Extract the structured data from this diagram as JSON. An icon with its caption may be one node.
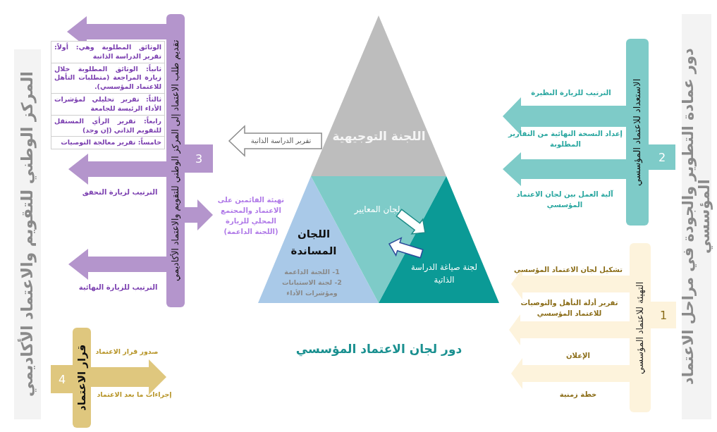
{
  "diagram": {
    "title": "دور لجان الاعتماد المؤسسي",
    "nodes": [
      {
        "text": [
          "المركز الوطني للتقويم والاعتماد الأكاديمي"
        ]
      },
      {
        "text": [
          "تقديم طلب الاعتماد إلى المركز الوطني للتقويم والاعتماد الأكاديمي"
        ]
      },
      {
        "text": [
          "3"
        ]
      },
      {
        "text": [
          "الوثائق المطلوبة وهي: أولاً: تقرير الدراسة الذاتية",
          "ثانياً: الوثائق المطلوبة خلال زيارة المراجعة (متطلبات التأهل للاعتماد المؤسسي).",
          "ثالثاً: تقرير تحليلي لمؤشرات الأداء الرئيسة للجامعة",
          "رابعاً: تقرير الرأي المستقل للتقويم الذاتي (إن وجد)",
          "خامساً: تقرير معالجة التوصيات"
        ]
      },
      {
        "text": [
          "قرار الاعتماد"
        ]
      },
      {
        "text": [
          "4"
        ]
      },
      {
        "text": [
          "اللجنة التوجيهية"
        ]
      },
      {
        "text": [
          "اللجان المساندة",
          "1- اللجنة الداعمة",
          "2- لجنة الاستبانات ومؤشرات الأداء"
        ]
      },
      {
        "text": [
          "لجان المعايير"
        ]
      },
      {
        "text": [
          "لجنة صياغة الدراسة الذاتية"
        ]
      },
      {
        "text": [
          "الاستعداد للاعتماد المؤسسي"
        ]
      },
      {
        "text": [
          "2"
        ]
      },
      {
        "text": [
          "التهيئة للاعتماد المؤسسي"
        ]
      },
      {
        "text": [
          "1"
        ]
      },
      {
        "text": [
          "دور عمادة التطوير والجودة في مراحل الاعتماد المؤسسي"
        ]
      }
    ],
    "edges": [
      {
        "from": 1,
        "to": null,
        "arrow": "to"
      },
      {
        "from": 1,
        "to": null,
        "arrow": "to"
      },
      {
        "from": 1,
        "to": null,
        "arrow": "to"
      },
      {
        "from": 1,
        "to": null,
        "arrow": "to"
      },
      {
        "from": 4,
        "to": null,
        "arrow": "to",
        "color": "#dfc77e"
      },
      {
        "from": 6,
        "to": null,
        "arrow": "to",
        "label": "تقرير الدراسة الذاتية",
        "color": "#8c8c8c"
      },
      {
        "from": 8,
        "to": 9,
        "arrow": "to",
        "color": "#ffffff"
      },
      {
        "from": 9,
        "to": 8,
        "arrow": "to",
        "color": "#ffffff"
      },
      {
        "from": 10,
        "to": null,
        "arrow": "to",
        "color": "#7ecbc8"
      },
      {
        "from": 10,
        "to": null,
        "arrow": "to",
        "color": "#7ecbc8"
      },
      {
        "from": 12,
        "to": null,
        "arrow": "to",
        "color": "#fdf3dc"
      },
      {
        "from": 12,
        "to": null,
        "arrow": "to",
        "color": "#fdf3dc"
      },
      {
        "from": 12,
        "to": null,
        "arrow": "to",
        "color": "#fdf3dc"
      }
    ],
    "labels": [
      "الترتيب لزيارة التحقق",
      "تهيئة القائمين على الاعتماد والمجتمع المحلي للزيارة (اللجنة الداعمة)",
      "الترتيب للزيارة النهائية",
      "صدور قرار الاعتماد",
      "إجراءات ما بعد الاعتماد",
      "الترتيب للزيارة النظيرة",
      "إعداد النسخة النهائية من التقارير المطلوبة",
      "آلية العمل بين لجان الاعتماد المؤسسي",
      "تشكيل لجان الاعتماد المؤسسي",
      "تقرير أدلة التأهل والتوصيات للاعتماد المؤسسي",
      "الإعلان",
      "خطة زمنية"
    ]
  }
}
